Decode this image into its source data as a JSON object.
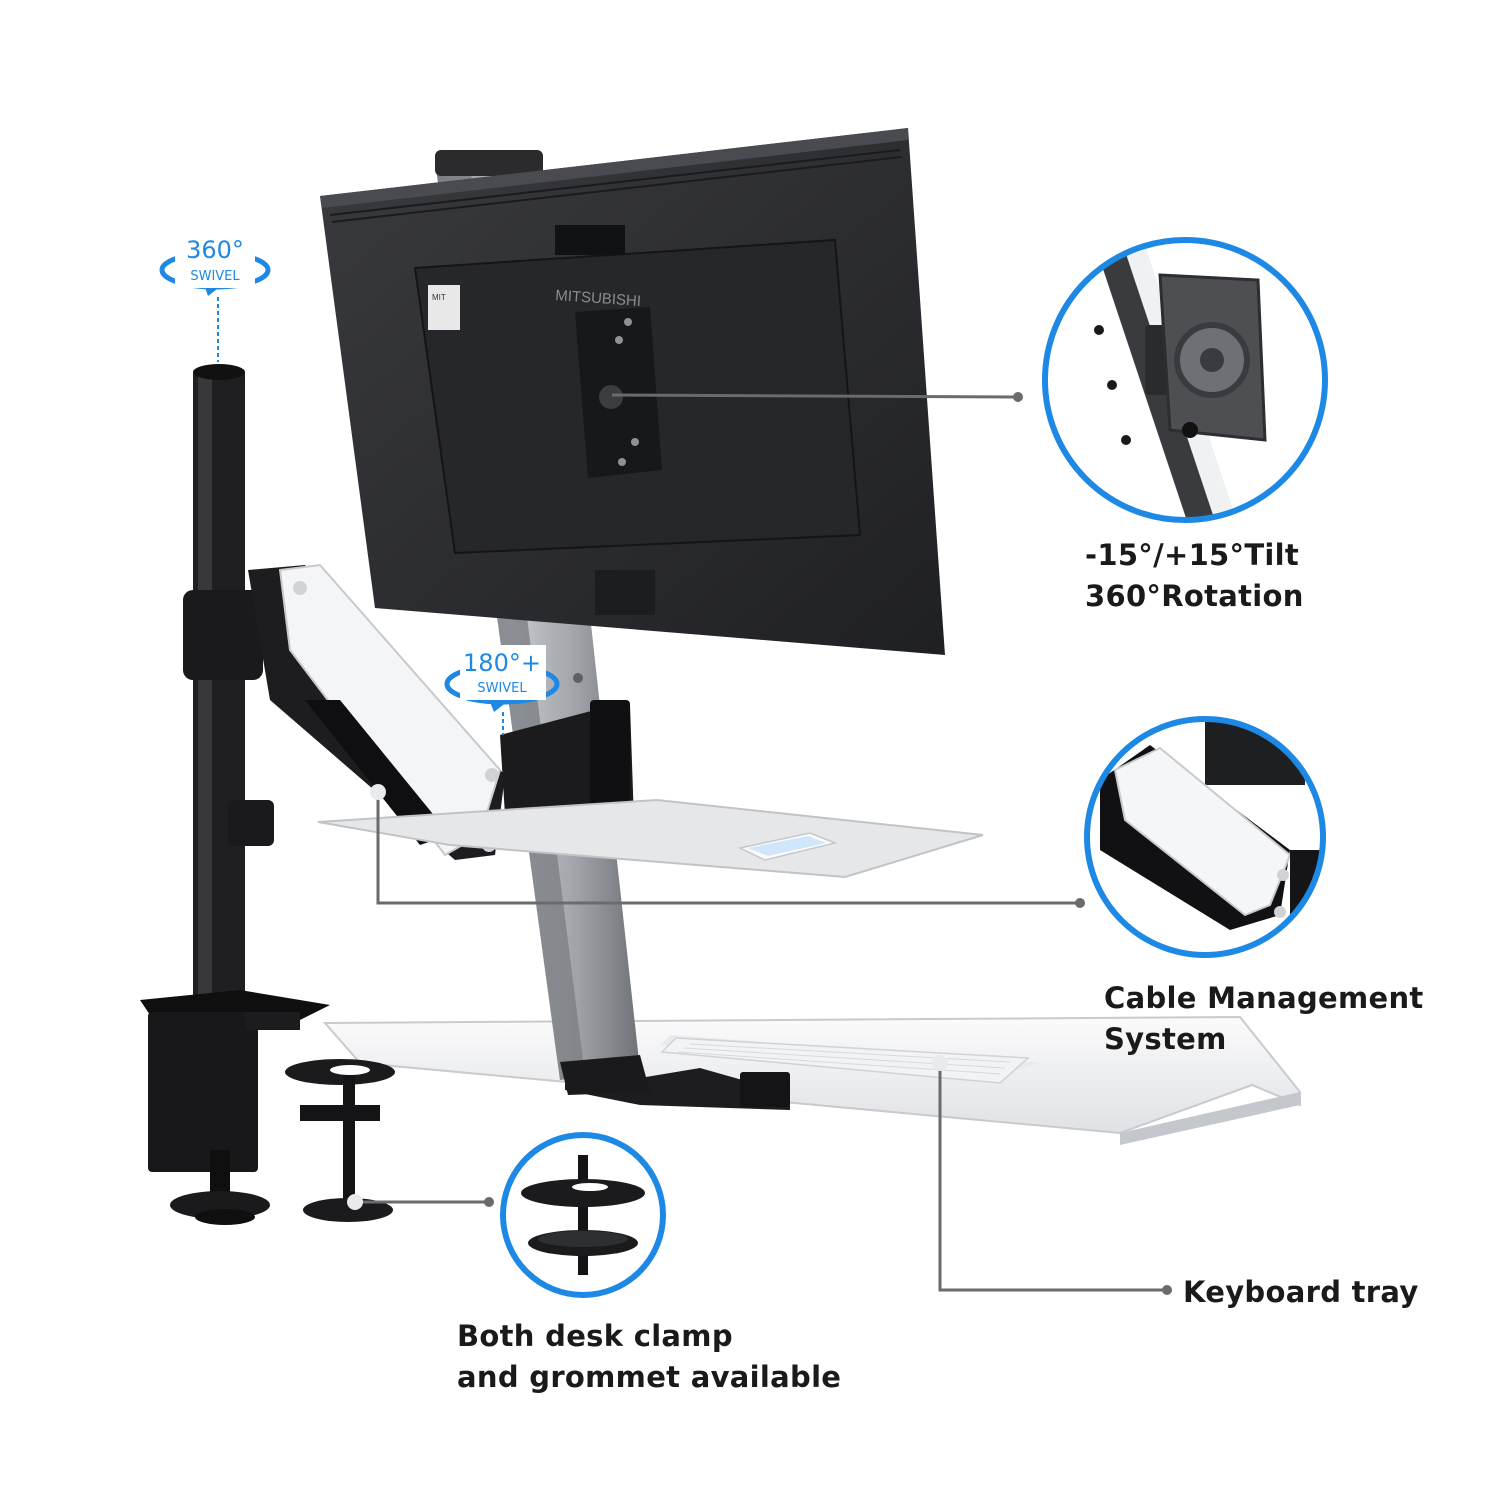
{
  "swivel_top": {
    "degree": "360°",
    "word": "SWIVEL"
  },
  "swivel_arm": {
    "degree": "180°+",
    "word": "SWIVEL"
  },
  "monitor_brand": "MITSUBISHI",
  "monitor_sticker": "MIT",
  "callouts": {
    "tilt": {
      "line1": "-15°/+15°Tilt",
      "line2": "360°Rotation"
    },
    "cable": {
      "line1": "Cable Management",
      "line2": "System"
    },
    "keyboard": {
      "line1": "Keyboard tray"
    },
    "clamp": {
      "line1": "Both desk clamp",
      "line2": "and grommet available"
    }
  },
  "colors": {
    "accent_blue": "#1e88e5",
    "leader_gray": "#6b6b6b",
    "pole_black": "#1c1c1e",
    "column_silver": "#a9adb2",
    "monitor_dark": "#2c2d30"
  }
}
